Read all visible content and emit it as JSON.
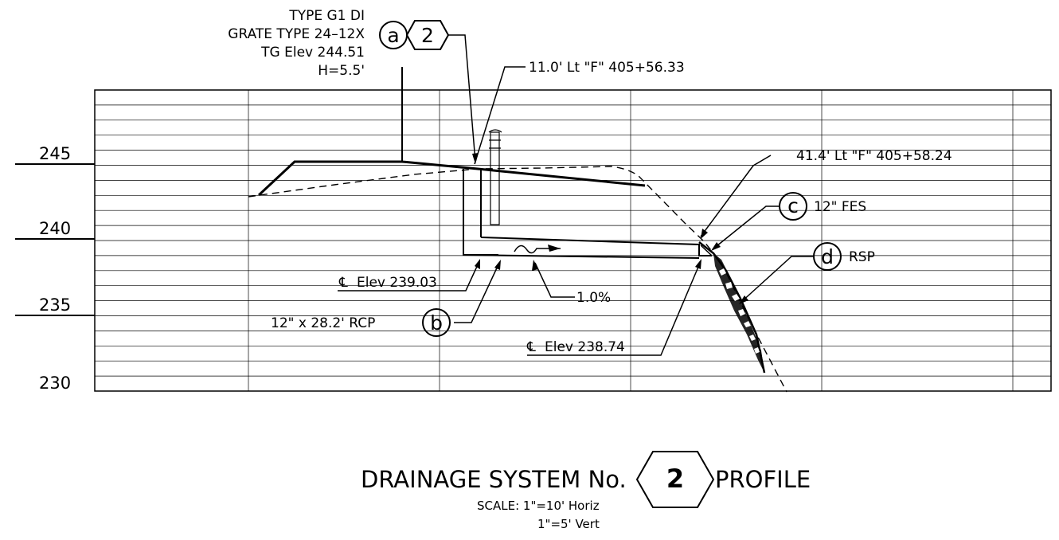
{
  "title": {
    "text": "DRAINAGE SYSTEM No.",
    "system_number": "2",
    "suffix": "PROFILE",
    "scale_line1": "SCALE:  1\"=10'  Horiz",
    "scale_line2": "1\"=5'  Vert"
  },
  "grid": {
    "elevation_labels": [
      "245",
      "240",
      "235",
      "230"
    ]
  },
  "callouts": {
    "inlet_line1": "TYPE G1 DI",
    "inlet_line2": "GRATE TYPE 24–12X",
    "inlet_line3": "TG Elev 244.51",
    "inlet_line4": "H=5.5'",
    "inlet_item": "a",
    "inlet_system": "2",
    "station_inlet": "11.0'  Lt  \"F\"  405+56.33",
    "station_outlet": "41.4'  Lt  \"F\"  405+58.24",
    "item_c": "c",
    "fes_label": "12\"  FES",
    "item_d": "d",
    "rsp_label": "RSP",
    "fl_upstream": "Elev  239.03",
    "fl_downstream": "Elev  238.74",
    "slope": "1.0%",
    "pipe_label": "12\"  x  28.2'  RCP",
    "item_b": "b"
  }
}
